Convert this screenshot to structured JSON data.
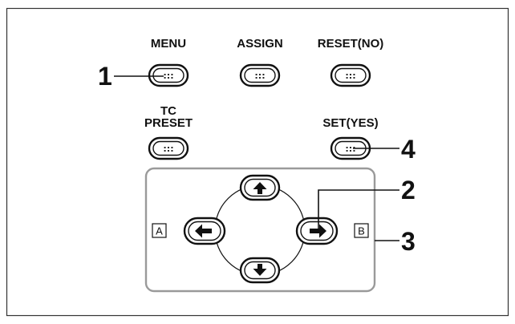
{
  "buttons": {
    "menu": {
      "label": "MENU",
      "icon": "dots-icon"
    },
    "assign": {
      "label": "ASSIGN",
      "icon": "dots-icon"
    },
    "reset": {
      "label": "RESET(NO)",
      "icon": "dots-icon"
    },
    "tc_preset": {
      "label_line1": "TC",
      "label_line2": "PRESET",
      "icon": "dots-icon"
    },
    "set": {
      "label": "SET(YES)",
      "icon": "dots-icon"
    },
    "dot_glyph": ":::"
  },
  "dpad": {
    "left_letter": "A",
    "right_letter": "B",
    "arrows": [
      "up-arrow-icon",
      "left-arrow-icon",
      "right-arrow-icon",
      "down-arrow-icon"
    ]
  },
  "callouts": {
    "one": "1",
    "two": "2",
    "three": "3",
    "four": "4"
  },
  "colors": {
    "stroke": "#111111",
    "panel": "#9a9a9a",
    "button_fill": "#ffffff"
  }
}
